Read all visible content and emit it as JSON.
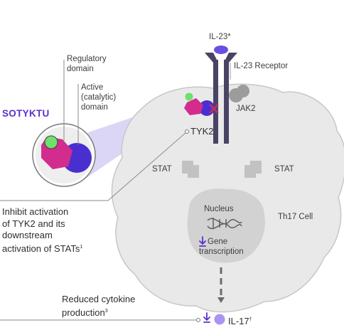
{
  "drug": {
    "name": "SOTYKTU"
  },
  "labels": {
    "il23": "IL-23*",
    "il23_receptor": "IL-23 Receptor",
    "jak2": "JAK2",
    "tyk2": "TYK2",
    "regulatory_domain": [
      "Regulatory",
      "domain"
    ],
    "active_domain": [
      "Active",
      "(catalytic)",
      "domain"
    ],
    "stat_left": "STAT",
    "stat_right": "STAT",
    "nucleus": "Nucleus",
    "th17_cell": "Th17 Cell",
    "gene_transcription": [
      "Gene",
      "transcription"
    ],
    "mechanism": [
      "Inhibit activation",
      "of TYK2 and its",
      "downstream",
      "activation of STATs"
    ],
    "mechanism_ref": "1",
    "cytokine": [
      "Reduced cytokine",
      "production"
    ],
    "cytokine_ref": "3",
    "il17": "IL-17",
    "il17_mark": "†"
  },
  "colors": {
    "cell": "#e9e9e9",
    "cell_stroke": "#c7c7c7",
    "nucleus": "#d2d2d2",
    "receptor": "#4a4363",
    "il23": "#6a4fe0",
    "jak2": "#9c9c9c",
    "stat": "#c2c2c2",
    "tyk2_regulatory": "#d22c8e",
    "tyk2_active": "#4a2fd0",
    "drug": "#6ee06e",
    "inhibit_mark": "#b83264",
    "beam": "#dcd6f6",
    "il17": "#a995ef",
    "arrow": "#5a31c9"
  },
  "icons": [
    "dna-icon",
    "down-arrow-icon",
    "inhibit-x-icon",
    "magnifier-circle"
  ]
}
